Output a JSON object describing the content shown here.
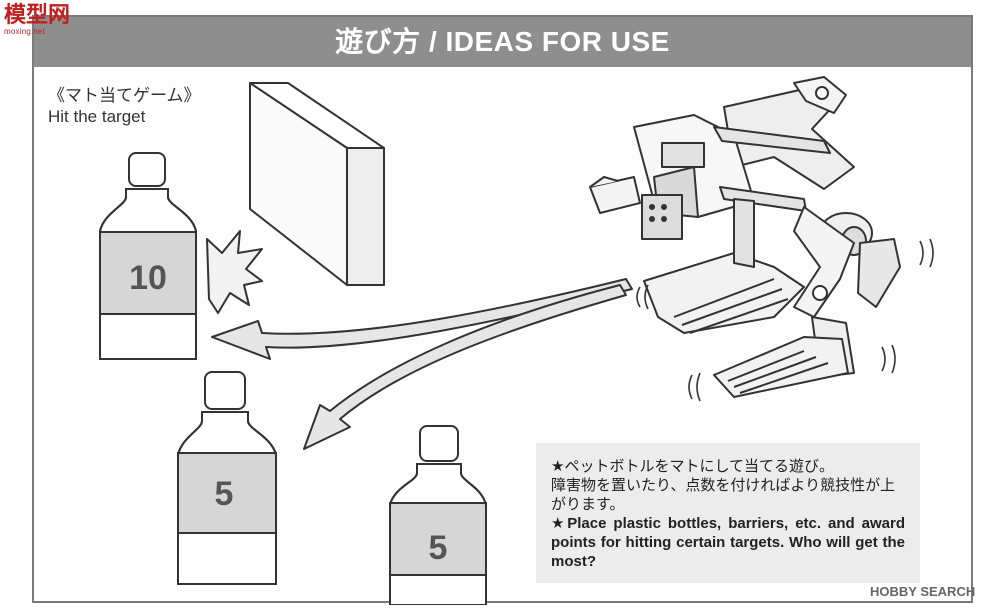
{
  "watermark_logo": {
    "text": "模型网",
    "subtext": "moxing.net"
  },
  "banner": {
    "title": "遊び方 / IDEAS FOR USE"
  },
  "section": {
    "jp_title": "《マト当てゲーム》",
    "en_title": "Hit the target"
  },
  "bottles": {
    "top": "10",
    "middle": "5",
    "bottom": "5"
  },
  "note": {
    "jp_line1": "★ペットボトルをマトにして当てる遊び。",
    "jp_line2": "障害物を置いたり、点数を付ければより競技性が上がります。",
    "en_text": "★Place plastic bottles, barriers, etc. and award points for hitting certain targets. Who will get the most?"
  },
  "watermark": {
    "text": "HOBBY SEARCH"
  },
  "colors": {
    "banner": "#8e8e8e",
    "note_bg": "#ececec",
    "arrow_fill": "#e6e6e6",
    "logo": "#c21f1f"
  }
}
